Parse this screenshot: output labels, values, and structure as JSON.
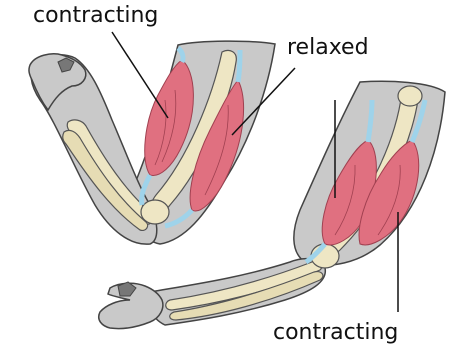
{
  "labels": {
    "bent_arm_contracting": "contracting",
    "bent_arm_relaxed": "relaxed",
    "straight_arm_contracting": "contracting"
  },
  "colors": {
    "skin": "#c9c9c9",
    "skin_outline": "#444444",
    "bone": "#eee6c4",
    "muscle": "#e07080",
    "tendon": "#9fd3ea",
    "leader_line": "#111111"
  }
}
